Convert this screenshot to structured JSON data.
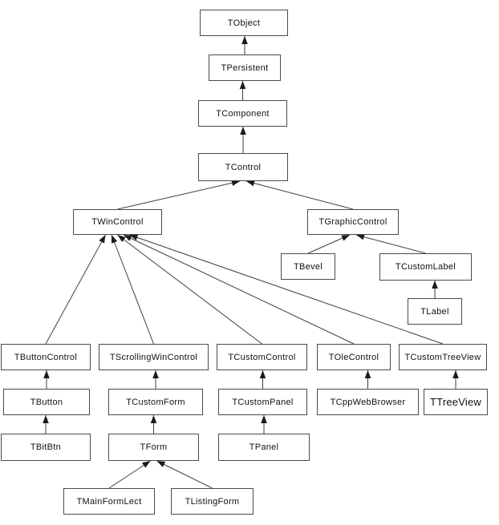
{
  "diagram": {
    "nodes": [
      {
        "id": "TObject",
        "label": "TObject"
      },
      {
        "id": "TPersistent",
        "label": "TPersistent"
      },
      {
        "id": "TComponent",
        "label": "TComponent"
      },
      {
        "id": "TControl",
        "label": "TControl"
      },
      {
        "id": "TWinControl",
        "label": "TWinControl"
      },
      {
        "id": "TGraphicControl",
        "label": "TGraphicControl"
      },
      {
        "id": "TBevel",
        "label": "TBevel"
      },
      {
        "id": "TCustomLabel",
        "label": "TCustomLabel"
      },
      {
        "id": "TLabel",
        "label": "TLabel"
      },
      {
        "id": "TButtonControl",
        "label": "TButtonControl"
      },
      {
        "id": "TScrollingWinControl",
        "label": "TScrollingWinControl"
      },
      {
        "id": "TCustomControl",
        "label": "TCustomControl"
      },
      {
        "id": "TOleControl",
        "label": "TOleControl"
      },
      {
        "id": "TCustomTreeView",
        "label": "TCustomTreeView"
      },
      {
        "id": "TButton",
        "label": "TButton"
      },
      {
        "id": "TCustomForm",
        "label": "TCustomForm"
      },
      {
        "id": "TCustomPanel",
        "label": "TCustomPanel"
      },
      {
        "id": "TCppWebBrowser",
        "label": "TCppWebBrowser"
      },
      {
        "id": "TTreeView",
        "label": "TTreeView"
      },
      {
        "id": "TBitBtn",
        "label": "TBitBtn"
      },
      {
        "id": "TForm",
        "label": "TForm"
      },
      {
        "id": "TPanel",
        "label": "TPanel"
      },
      {
        "id": "TMainFormLect",
        "label": "TMainFormLect"
      },
      {
        "id": "TListingForm",
        "label": "TListingForm"
      }
    ],
    "edges": [
      {
        "from": "TPersistent",
        "to": "TObject"
      },
      {
        "from": "TComponent",
        "to": "TPersistent"
      },
      {
        "from": "TControl",
        "to": "TComponent"
      },
      {
        "from": "TWinControl",
        "to": "TControl"
      },
      {
        "from": "TGraphicControl",
        "to": "TControl"
      },
      {
        "from": "TBevel",
        "to": "TGraphicControl"
      },
      {
        "from": "TCustomLabel",
        "to": "TGraphicControl"
      },
      {
        "from": "TLabel",
        "to": "TCustomLabel"
      },
      {
        "from": "TButtonControl",
        "to": "TWinControl"
      },
      {
        "from": "TScrollingWinControl",
        "to": "TWinControl"
      },
      {
        "from": "TCustomControl",
        "to": "TWinControl"
      },
      {
        "from": "TOleControl",
        "to": "TWinControl"
      },
      {
        "from": "TCustomTreeView",
        "to": "TWinControl"
      },
      {
        "from": "TButton",
        "to": "TButtonControl"
      },
      {
        "from": "TCustomForm",
        "to": "TScrollingWinControl"
      },
      {
        "from": "TCustomPanel",
        "to": "TCustomControl"
      },
      {
        "from": "TCppWebBrowser",
        "to": "TOleControl"
      },
      {
        "from": "TTreeView",
        "to": "TCustomTreeView"
      },
      {
        "from": "TBitBtn",
        "to": "TButton"
      },
      {
        "from": "TForm",
        "to": "TCustomForm"
      },
      {
        "from": "TPanel",
        "to": "TCustomPanel"
      },
      {
        "from": "TMainFormLect",
        "to": "TForm"
      },
      {
        "from": "TListingForm",
        "to": "TForm"
      }
    ],
    "colors": {
      "background": "#ffffff",
      "box_fill": "#ffffff",
      "box_border": "#4a4a4a",
      "line": "#3f3f3f",
      "arrow": "#1a1a1a",
      "text": "#111111"
    }
  }
}
